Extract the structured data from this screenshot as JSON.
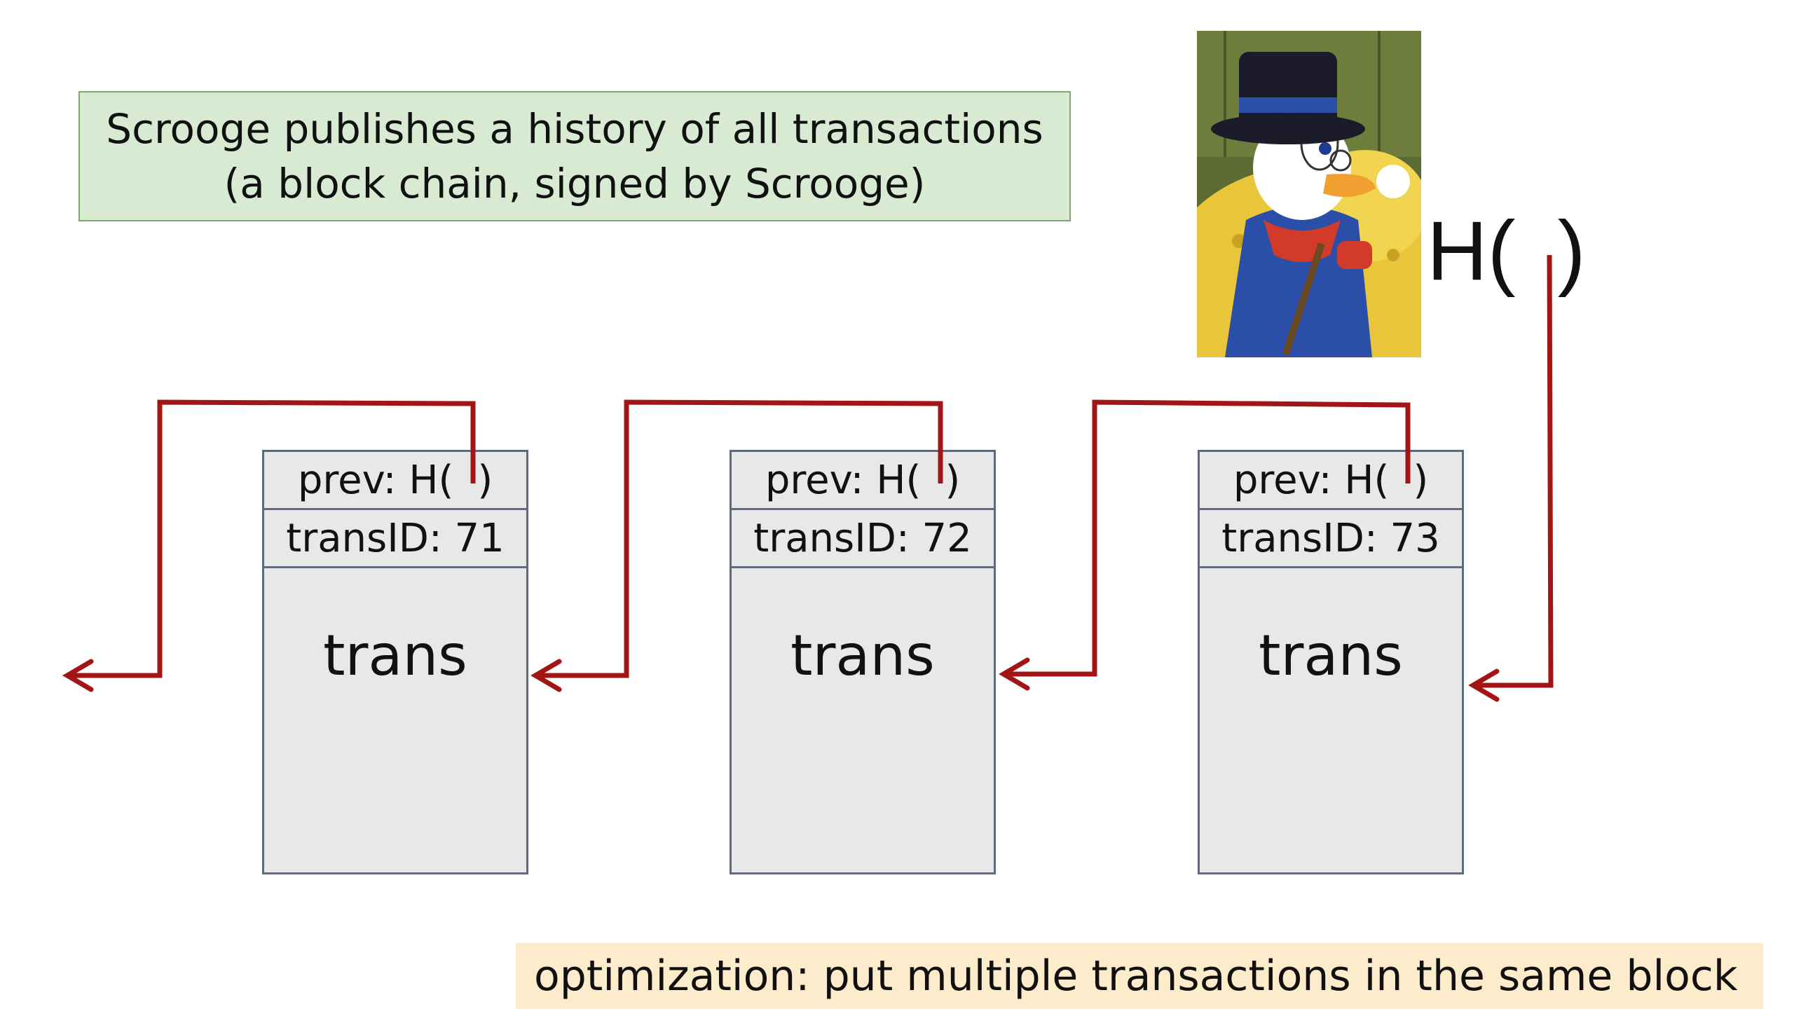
{
  "header": {
    "line1": "Scrooge publishes a history of all transactions",
    "line2": "(a block chain, signed by Scrooge)"
  },
  "blocks": [
    {
      "prev_open": "prev: H(",
      "prev_close": ")",
      "trans_id": "transID: 71",
      "body": "trans"
    },
    {
      "prev_open": "prev: H(",
      "prev_close": ")",
      "trans_id": "transID: 72",
      "body": "trans"
    },
    {
      "prev_open": "prev: H(",
      "prev_close": ")",
      "trans_id": "transID: 73",
      "body": "trans"
    }
  ],
  "top_hash": {
    "open": "H(",
    "close": ")"
  },
  "note": "optimization: put multiple transactions in the same block",
  "colors": {
    "arrow": "#a31515",
    "header_bg": "#d8ebd2",
    "note_bg": "#fdeccc",
    "block_bg": "#e8e8e8",
    "block_border": "#5e6b7e"
  },
  "image": {
    "icon": "scrooge-mcduck-picture"
  }
}
